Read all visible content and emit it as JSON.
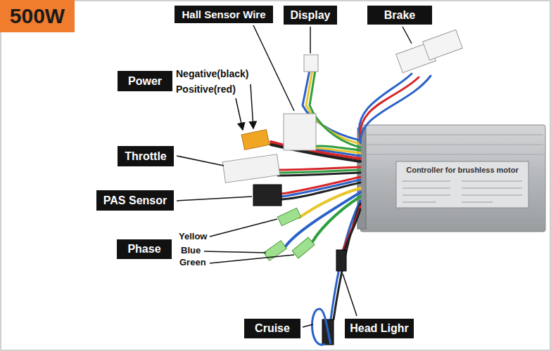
{
  "diagram": {
    "nodes": [
      {
        "text": [
          "500W"
        ]
      },
      {
        "text": [
          "Hall Sensor Wire"
        ]
      },
      {
        "text": [
          "Display"
        ]
      },
      {
        "text": [
          "Brake"
        ]
      },
      {
        "text": [
          "Power"
        ]
      },
      {
        "text": [
          "Throttle"
        ]
      },
      {
        "text": [
          "PAS Sensor"
        ]
      },
      {
        "text": [
          "Phase"
        ]
      },
      {
        "text": [
          "Cruise"
        ]
      },
      {
        "text": [
          "Head Lighr"
        ]
      }
    ],
    "labels": [
      "Negative(black)",
      "Positive(red)",
      "Yellow",
      "Blue",
      "Green",
      "Controller for brushless motor"
    ]
  }
}
